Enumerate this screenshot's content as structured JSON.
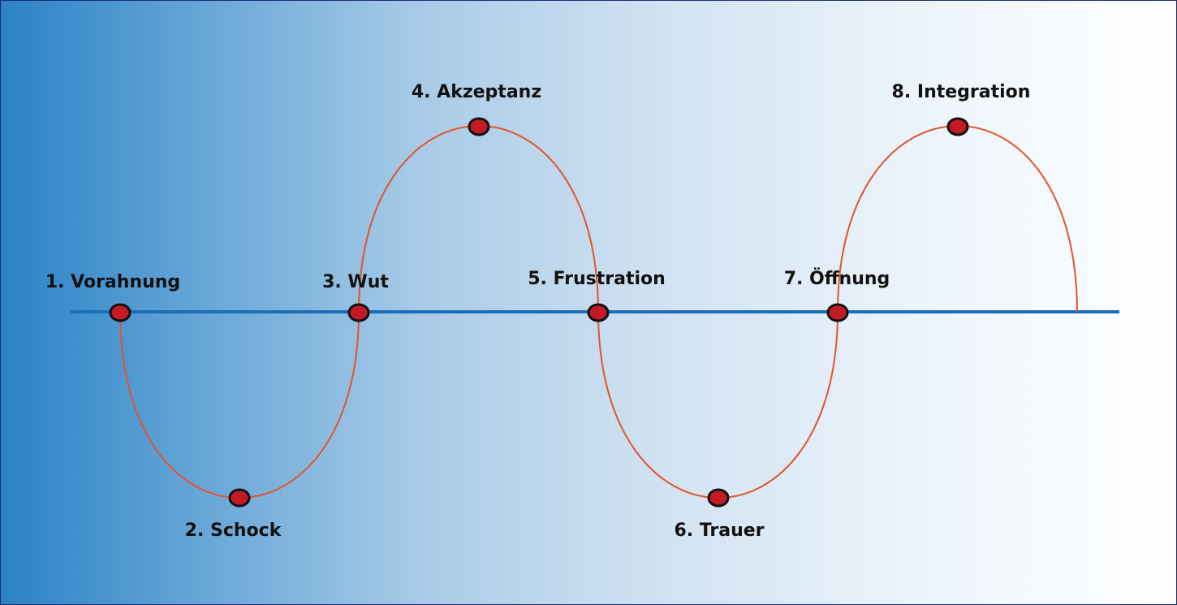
{
  "colors": {
    "baseline": "#1a6fb8",
    "curve": "#e2552a",
    "marker_fill": "#c41a26",
    "marker_stroke": "#111111",
    "gradient_start": "#2a82c6",
    "gradient_end": "#ffffff"
  },
  "stages": [
    {
      "id": "vorahnung",
      "label": "1. Vorahnung"
    },
    {
      "id": "schock",
      "label": "2. Schock"
    },
    {
      "id": "wut",
      "label": "3. Wut"
    },
    {
      "id": "akzeptanz",
      "label": "4. Akzeptanz"
    },
    {
      "id": "frustration",
      "label": "5. Frustration"
    },
    {
      "id": "trauer",
      "label": "6. Trauer"
    },
    {
      "id": "oeffnung",
      "label": "7. Öffnung"
    },
    {
      "id": "integration",
      "label": "8. Integration"
    }
  ]
}
